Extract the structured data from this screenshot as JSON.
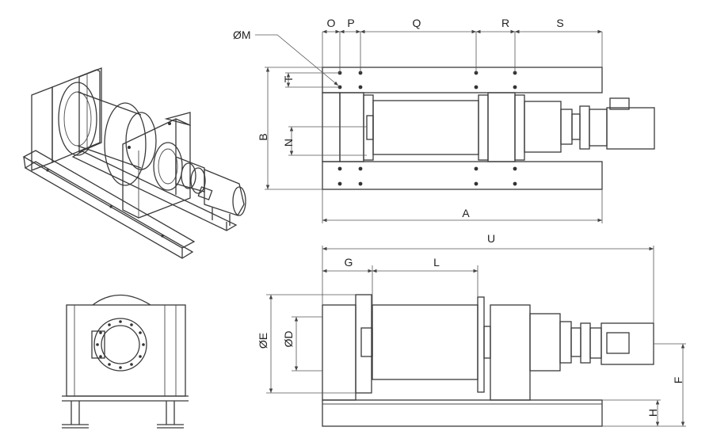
{
  "labels": {
    "O": "O",
    "P": "P",
    "Q": "Q",
    "R": "R",
    "S": "S",
    "M": "ØM",
    "T": "T",
    "B": "B",
    "N": "N",
    "A": "A",
    "U": "U",
    "G": "G",
    "L": "L",
    "E": "ØE",
    "D": "ØD",
    "F": "F",
    "H": "H"
  },
  "colors": {
    "line": "#3a3a3a",
    "dimension": "#555555",
    "background": "#ffffff"
  }
}
